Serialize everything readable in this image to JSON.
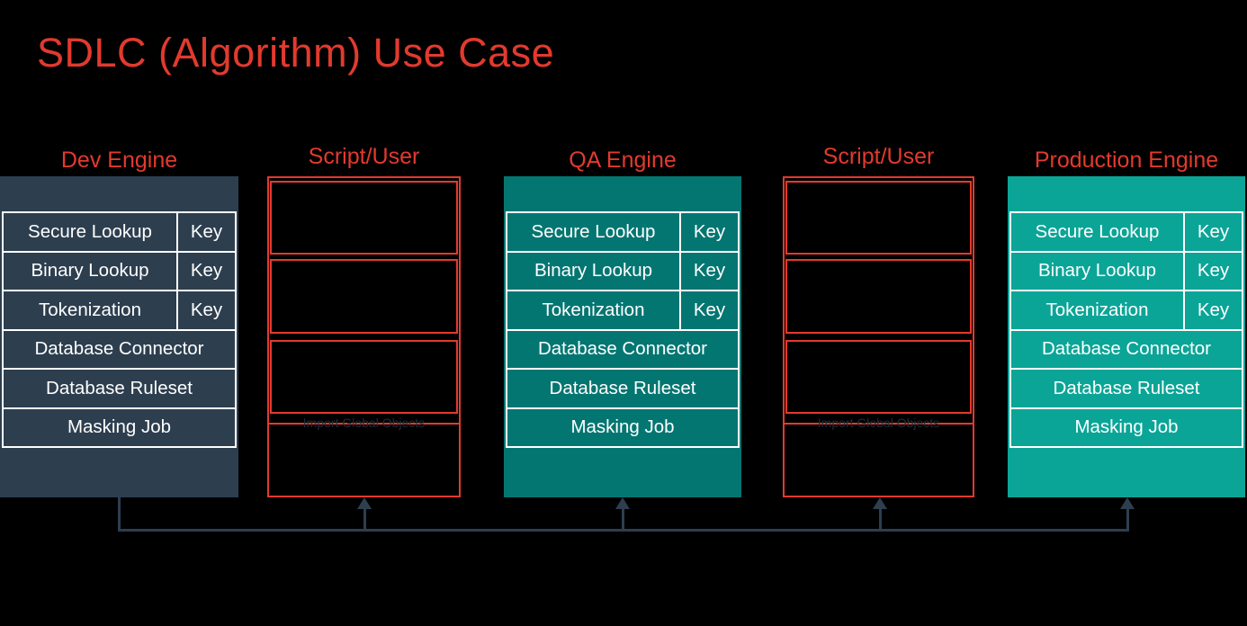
{
  "title": "SDLC (Algorithm) Use Case",
  "colors": {
    "background": "#000000",
    "red": "#e23a2e",
    "dev_bg": "#2d3e4f",
    "qa_bg": "#047672",
    "prod_bg": "#0ba597",
    "arrow": "#2d3e4f",
    "cell_border": "#ffffff",
    "faint_text": "#1e2d3b"
  },
  "columns": {
    "dev": {
      "title": "Dev Engine",
      "rows": {
        "keyed": [
          {
            "label": "Secure Lookup",
            "key": "Key"
          },
          {
            "label": "Binary Lookup",
            "key": "Key"
          },
          {
            "label": "Tokenization",
            "key": "Key"
          }
        ],
        "full": [
          "Database Connector",
          "Database Ruleset",
          "Masking Job"
        ]
      }
    },
    "script1": {
      "title": "Script/User",
      "boxes": [
        "",
        "",
        "",
        "Import Global Objects"
      ]
    },
    "qa": {
      "title": "QA Engine",
      "rows": {
        "keyed": [
          {
            "label": "Secure Lookup",
            "key": "Key"
          },
          {
            "label": "Binary Lookup",
            "key": "Key"
          },
          {
            "label": "Tokenization",
            "key": "Key"
          }
        ],
        "full": [
          "Database Connector",
          "Database Ruleset",
          "Masking Job"
        ]
      }
    },
    "script2": {
      "title": "Script/User",
      "boxes": [
        "",
        "",
        "",
        "Import Global Objects"
      ]
    },
    "prod": {
      "title": "Production Engine",
      "rows": {
        "keyed": [
          {
            "label": "Secure Lookup",
            "key": "Key"
          },
          {
            "label": "Binary Lookup",
            "key": "Key"
          },
          {
            "label": "Tokenization",
            "key": "Key"
          }
        ],
        "full": [
          "Database Connector",
          "Database Ruleset",
          "Masking Job"
        ]
      }
    }
  }
}
